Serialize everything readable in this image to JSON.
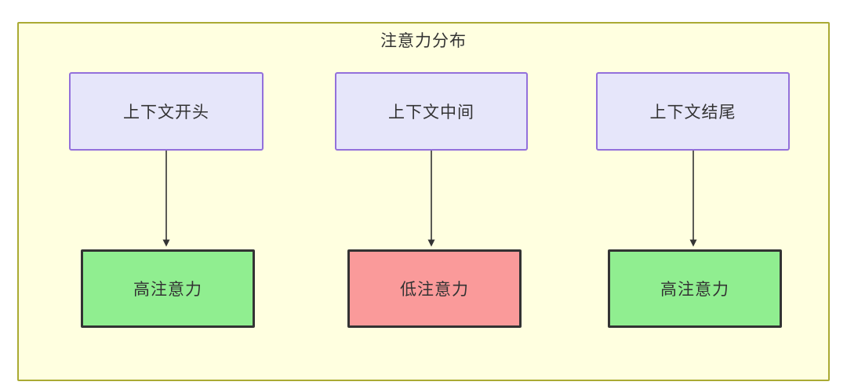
{
  "diagram": {
    "title": "注意力分布",
    "container": {
      "fill": "#ffffe0",
      "stroke": "#aaaa33"
    },
    "top_nodes": [
      {
        "id": "context-start",
        "label": "上下文开头",
        "fill": "#e6e6fa",
        "stroke": "#9370db"
      },
      {
        "id": "context-middle",
        "label": "上下文中间",
        "fill": "#e6e6fa",
        "stroke": "#9370db"
      },
      {
        "id": "context-end",
        "label": "上下文结尾",
        "fill": "#e6e6fa",
        "stroke": "#9370db"
      }
    ],
    "bottom_nodes": [
      {
        "id": "high-attention-left",
        "label": "高注意力",
        "fill": "#90ee90",
        "stroke": "#333333"
      },
      {
        "id": "low-attention",
        "label": "低注意力",
        "fill": "#fa9a9a",
        "stroke": "#333333"
      },
      {
        "id": "high-attention-right",
        "label": "高注意力",
        "fill": "#90ee90",
        "stroke": "#333333"
      }
    ],
    "edges": [
      {
        "id": "edge-start-to-high",
        "from": "context-start",
        "to": "high-attention-left",
        "label": "",
        "stroke": "#333333"
      },
      {
        "id": "edge-middle-to-low",
        "from": "context-middle",
        "to": "low-attention",
        "label": "",
        "stroke": "#333333"
      },
      {
        "id": "edge-end-to-high",
        "from": "context-end",
        "to": "high-attention-right",
        "label": "",
        "stroke": "#333333"
      }
    ]
  }
}
